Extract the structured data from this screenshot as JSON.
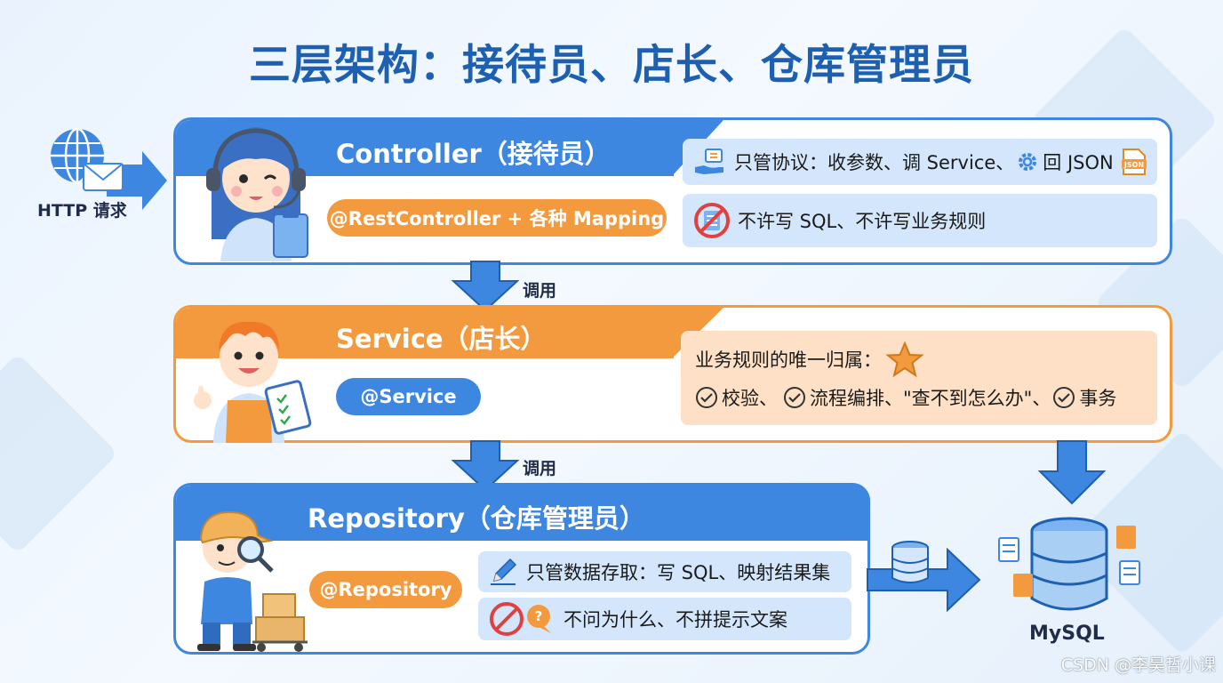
{
  "title": "三层架构：接待员、店长、仓库管理员",
  "http": {
    "label": "HTTP 请求",
    "icon": "globe-mail-icon"
  },
  "controller": {
    "title": "Controller（接待员）",
    "annotation": "@RestController + 各种 Mapping",
    "note1": {
      "icon": "hand-data-icon",
      "text": "只管协议：收参数、调 Service、",
      "gear_icon": "gear-icon",
      "text2": "回 JSON",
      "json_badge": "JSON"
    },
    "note2": {
      "icon": "no-sql-icon",
      "text": "不许写 SQL、不许写业务规则"
    }
  },
  "call_label_1": "调用",
  "service": {
    "title": "Service（店长）",
    "annotation": "@Service",
    "note_title": "业务规则的唯一归属：",
    "star_icon": "star-icon",
    "items": [
      "校验、",
      "流程编排、\"查不到怎么办\"、",
      "事务"
    ]
  },
  "call_label_2": "调用",
  "repository": {
    "title": "Repository（仓库管理员）",
    "annotation": "@Repository",
    "note1": {
      "icon": "pencil-icon",
      "text": "只管数据存取：写 SQL、映射结果集"
    },
    "note2": {
      "icon": "no-question-icon",
      "text": "不问为什么、不拼提示文案"
    }
  },
  "mysql": {
    "label": "MySQL",
    "icon": "database-icon"
  },
  "watermark": "CSDN @李昊哲小课",
  "colors": {
    "blue": "#3d87e0",
    "orange": "#f39a3e",
    "title": "#1d5fb0",
    "note_blue": "#d3e6fb",
    "note_orange": "#fde0c6"
  }
}
